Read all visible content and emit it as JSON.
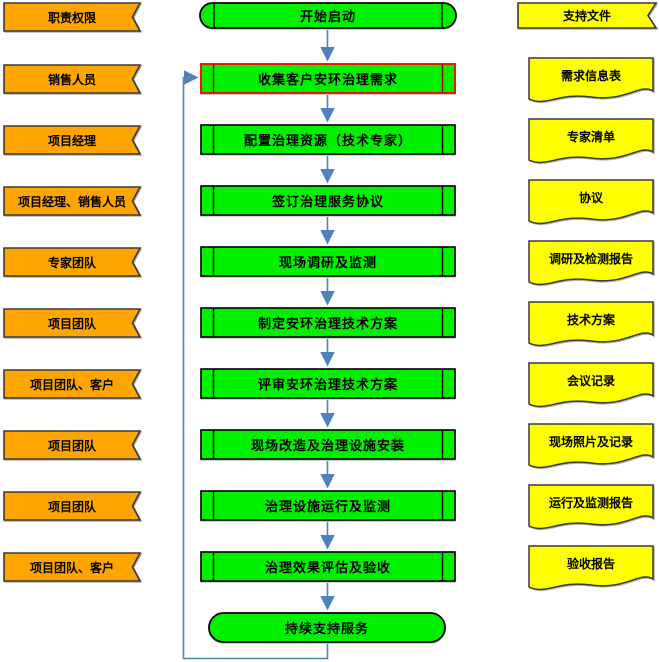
{
  "colors": {
    "orange": "#FFA500",
    "green": "#00F000",
    "yellow": "#FFFF00",
    "blue": "#4F81BD",
    "red": "#FF0000",
    "stroke": "#3A3A3A"
  },
  "headers": {
    "roles": "职责权限",
    "docs": "支持文件"
  },
  "start_label": "开始启动",
  "end_label": "持续支持服务",
  "rows": [
    {
      "role": "销售人员",
      "step": "收集客户安环治理需求",
      "doc": "需求信息表",
      "highlighted": true
    },
    {
      "role": "项目经理",
      "step": "配置治理资源（技术专家）",
      "doc": "专家清单",
      "highlighted": false
    },
    {
      "role": "项目经理、销售人员",
      "step": "签订治理服务协议",
      "doc": "协议",
      "highlighted": false
    },
    {
      "role": "专家团队",
      "step": "现场调研及监测",
      "doc": "调研及检测报告",
      "highlighted": false
    },
    {
      "role": "项目团队",
      "step": "制定安环治理技术方案",
      "doc": "技术方案",
      "highlighted": false
    },
    {
      "role": "项目团队、客户",
      "step": "评审安环治理技术方案",
      "doc": "会议记录",
      "highlighted": false
    },
    {
      "role": "项目团队",
      "step": "现场改造及治理设施安装",
      "doc": "现场照片及记录",
      "highlighted": false
    },
    {
      "role": "项目团队",
      "step": "治理设施运行及监测",
      "doc": "运行及监测报告",
      "highlighted": false
    },
    {
      "role": "项目团队、客户",
      "step": "治理效果评估及验收",
      "doc": "验收报告",
      "highlighted": false
    }
  ]
}
